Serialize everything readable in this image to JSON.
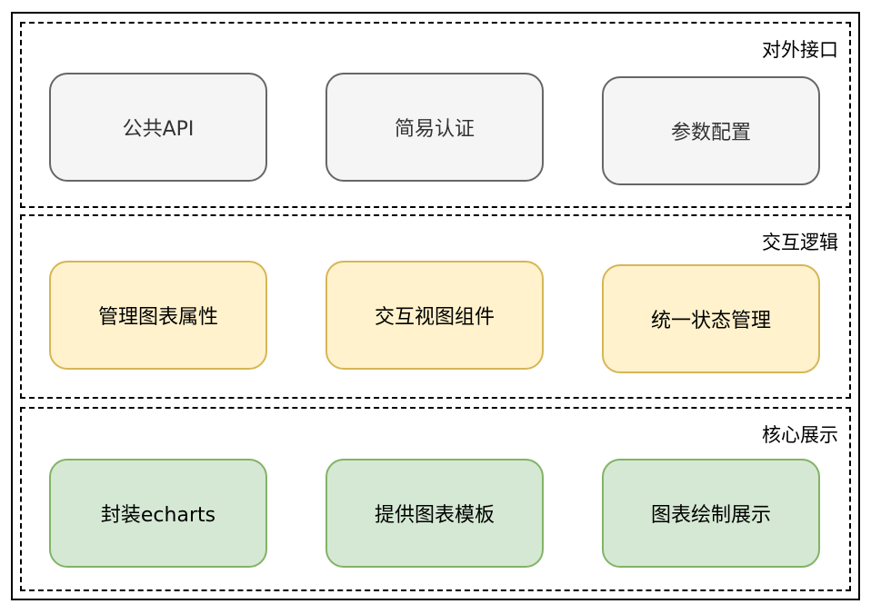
{
  "layers": [
    {
      "title": "对外接口",
      "items": [
        "公共API",
        "简易认证",
        "参数配置"
      ]
    },
    {
      "title": "交互逻辑",
      "items": [
        "管理图表属性",
        "交互视图组件",
        "统一状态管理"
      ]
    },
    {
      "title": "核心展示",
      "items": [
        "封装echarts",
        "提供图表模板",
        "图表绘制展示"
      ]
    }
  ],
  "colors": {
    "api_fill": "#f5f5f5",
    "api_stroke": "#666666",
    "logic_fill": "#fff2cc",
    "logic_stroke": "#d6b656",
    "core_fill": "#d5e8d4",
    "core_stroke": "#82b366"
  }
}
